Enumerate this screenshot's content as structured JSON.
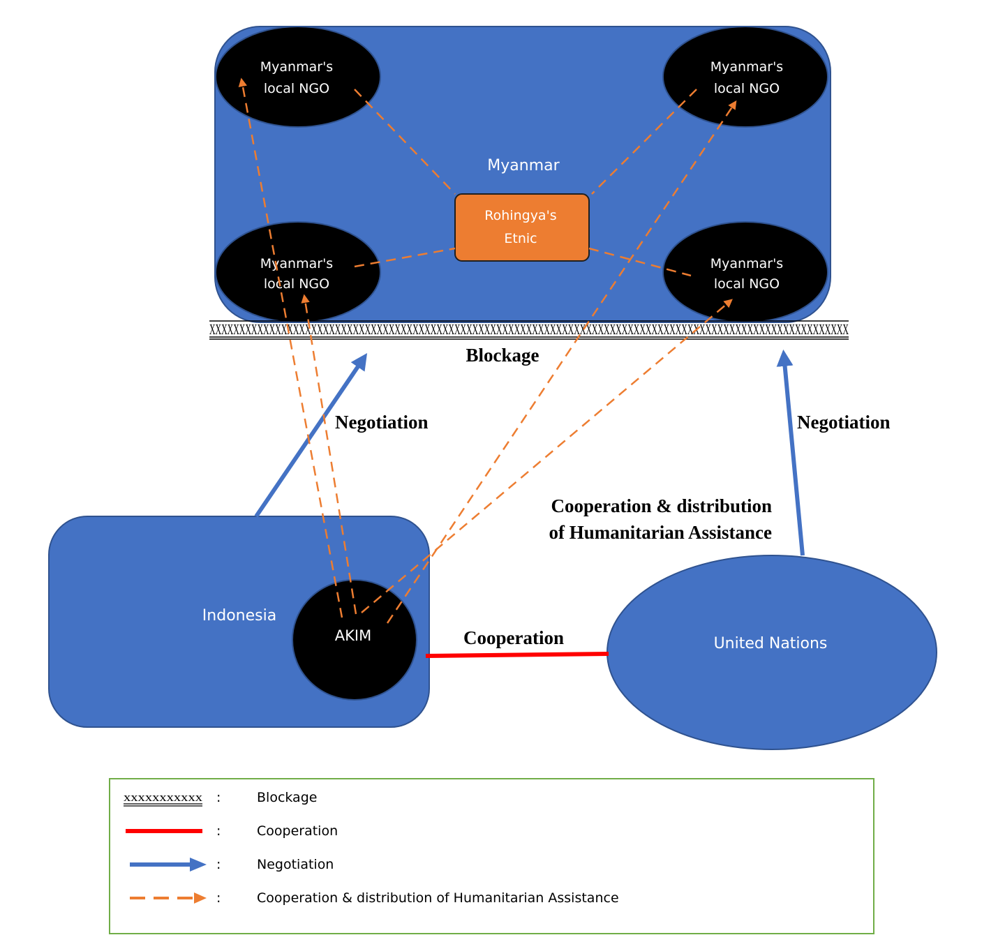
{
  "colors": {
    "region_fill": "#4472C4",
    "region_stroke": "#2F528F",
    "node_fill": "#000000",
    "ethnic_fill": "#ED7D31",
    "negotiation": "#4472C4",
    "cooperation": "#FF0000",
    "assistance": "#ED7D31",
    "legend_border": "#70AD47"
  },
  "myanmar": {
    "label": "Myanmar",
    "ngo_tl_line1": "Myanmar's",
    "ngo_tl_line2": "local NGO",
    "ngo_tr_line1": "Myanmar's",
    "ngo_tr_line2": "local NGO",
    "ngo_bl_line1": "Myanmar's",
    "ngo_bl_line2": "local NGO",
    "ngo_br_line1": "Myanmar's",
    "ngo_br_line2": "local NGO",
    "ethnic_line1": "Rohingya's",
    "ethnic_line2": "Etnic"
  },
  "blockage": {
    "marks": "XXXXXXXXXXXXXXXXXXXXXXXXXXXXXXXXXXXXXXXXXXXXXXXXXXXXXXXXXXXXXXXXXXXXXXXXXXXXXXXXXXXXXXXXXXXXXXXXXXXXXXXXXXX",
    "label": "Blockage"
  },
  "indonesia": {
    "label": "Indonesia",
    "akim_label": "AKIM"
  },
  "un": {
    "label": "United Nations"
  },
  "edges": {
    "negotiation_left": "Negotiation",
    "negotiation_right": "Negotiation",
    "assistance_line1": "Cooperation & distribution",
    "assistance_line2": "of Humanitarian Assistance",
    "cooperation": "Cooperation"
  },
  "legend": {
    "blockage_marks": "xxxxxxxxxxx",
    "blockage_sep": ":",
    "blockage_text": "Blockage",
    "cooperation_sep": ":",
    "cooperation_text": "Cooperation",
    "negotiation_sep": ":",
    "negotiation_text": "Negotiation",
    "assistance_sep": ":",
    "assistance_text": "Cooperation & distribution of Humanitarian Assistance"
  }
}
